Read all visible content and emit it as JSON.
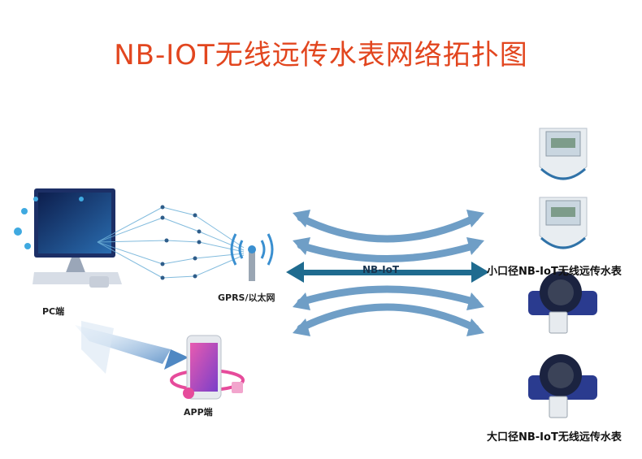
{
  "title": "NB-IOT无线远传水表网络拓扑图",
  "labels": {
    "pc": "PC端",
    "gprs": "GPRS/以太网",
    "app": "APP端",
    "nbiot": "NB-IoT",
    "small_meter": "小口径NB-IoT无线远传水表",
    "large_meter": "大口径NB-IoT无线远传水表"
  },
  "colors": {
    "title": "#e2461f",
    "arrow": "#6f9ec6",
    "arrow_dark": "#1f6b8f",
    "antenna": "#3a8fd0",
    "monitor": "#1c2f66",
    "meter_body": "#2a3b8f"
  },
  "icons": [
    "computer-monitor-icon",
    "wifi-antenna-icon",
    "smartphone-icon",
    "small-water-meter-icon",
    "large-water-meter-icon"
  ]
}
